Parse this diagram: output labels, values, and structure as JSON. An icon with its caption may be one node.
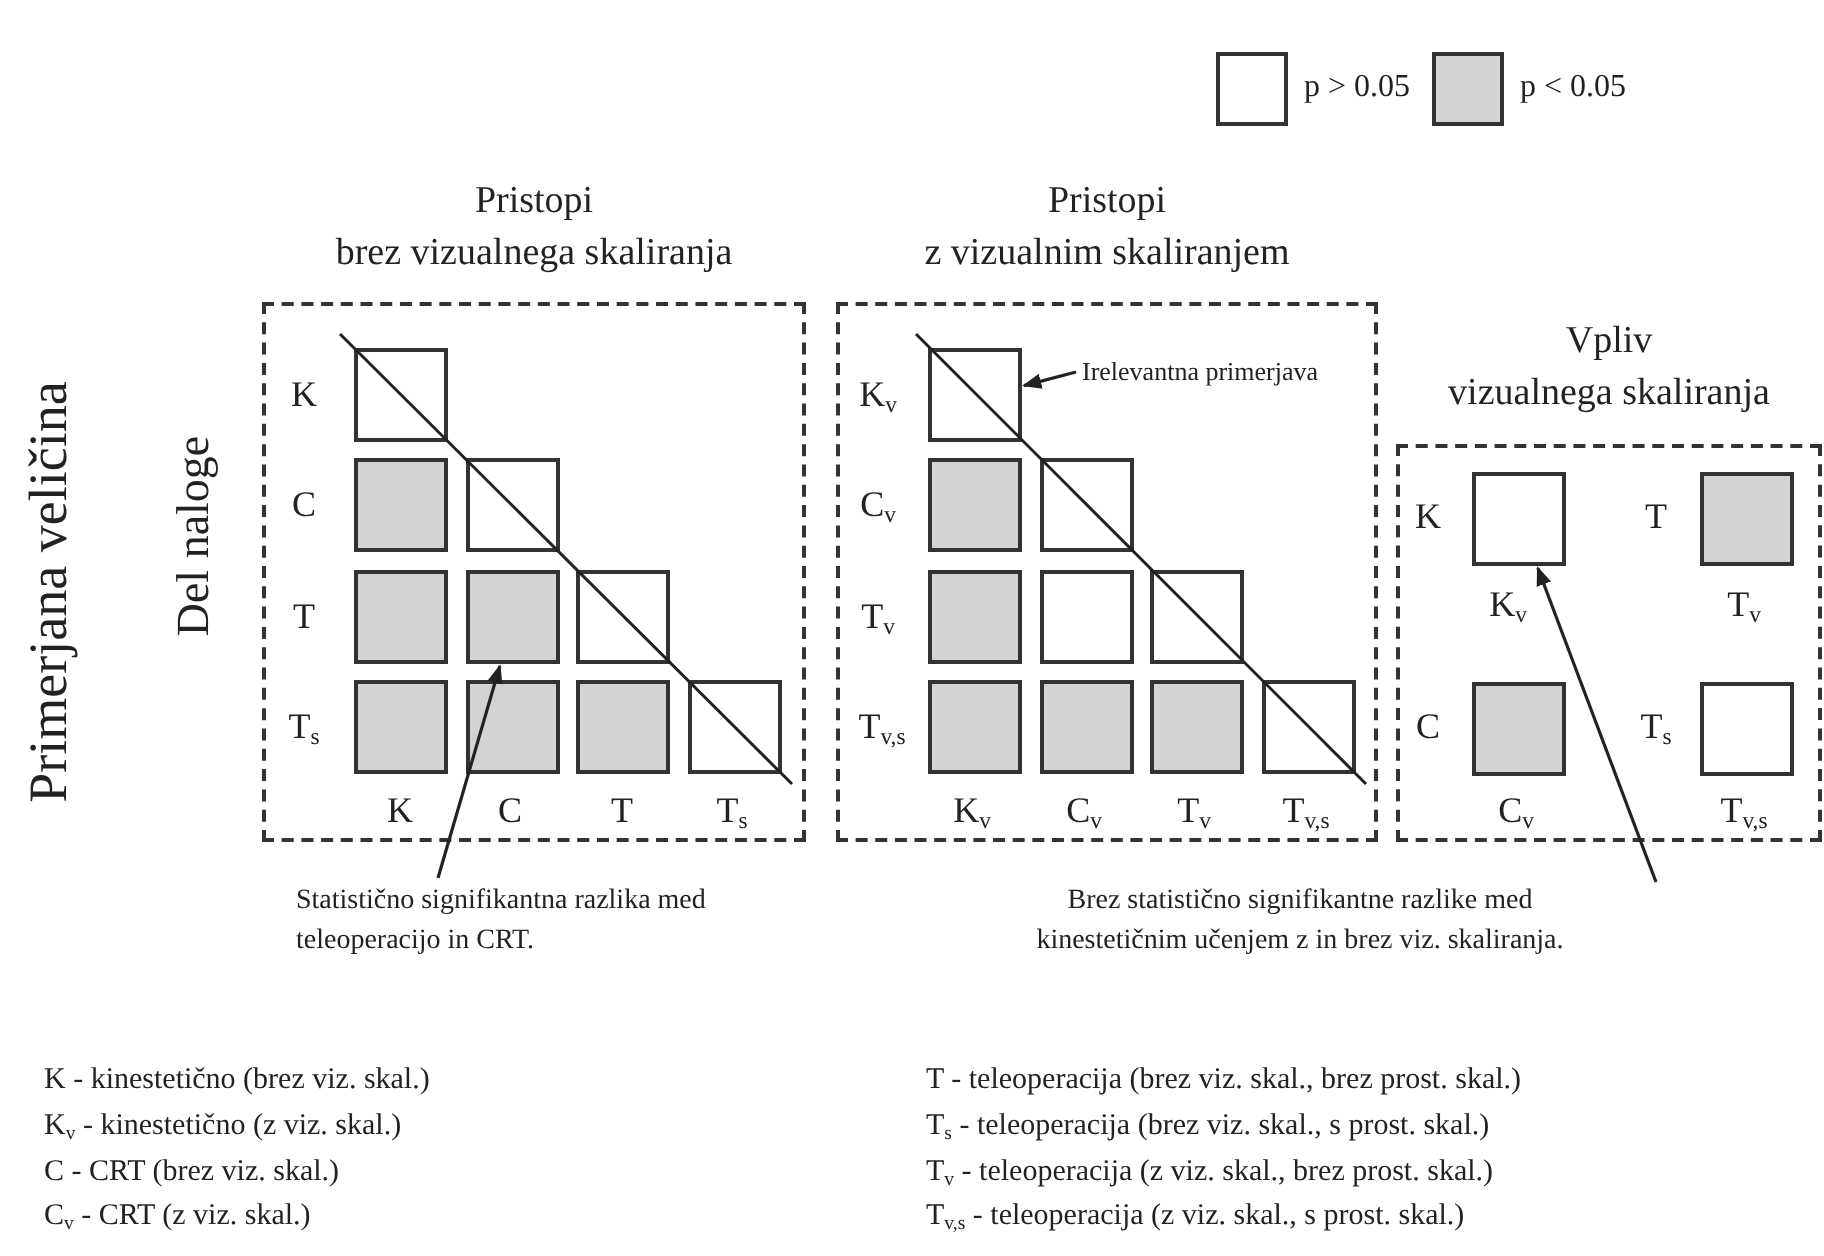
{
  "diagram": {
    "nodes": [
      {
        "text": [
          "Pristopi brez vizualnega skaliranja"
        ]
      },
      {
        "text": [],
        "shape": "box",
        "in": 0
      },
      {
        "text": [],
        "shape": "box",
        "in": 0
      },
      {
        "text": [],
        "shape": "box",
        "in": 0
      },
      {
        "text": [],
        "shape": "box",
        "in": 0
      },
      {
        "text": [],
        "shape": "box",
        "in": 0
      },
      {
        "text": [],
        "shape": "box",
        "in": 0
      },
      {
        "text": [],
        "shape": "box",
        "in": 0
      },
      {
        "text": [],
        "shape": "box",
        "in": 0
      },
      {
        "text": [],
        "shape": "box",
        "in": 0
      },
      {
        "text": [],
        "shape": "box",
        "in": 0
      },
      {
        "text": [
          "Pristopi z vizualnim skaliranjem"
        ]
      },
      {
        "text": [
          "Irelevantna primerjava"
        ],
        "in": 11
      },
      {
        "text": [],
        "shape": "box",
        "in": 11
      },
      {
        "text": [],
        "shape": "box",
        "in": 11
      },
      {
        "text": [],
        "shape": "box",
        "in": 11
      },
      {
        "text": [],
        "shape": "box",
        "in": 11
      },
      {
        "text": [],
        "shape": "box",
        "in": 11
      },
      {
        "text": [],
        "shape": "box",
        "in": 11
      },
      {
        "text": [],
        "shape": "box",
        "in": 11
      },
      {
        "text": [],
        "shape": "box",
        "in": 11
      },
      {
        "text": [],
        "shape": "box",
        "in": 11
      },
      {
        "text": [],
        "shape": "box",
        "in": 11
      },
      {
        "text": [
          "Vpliv vizualnega skaliranja"
        ]
      },
      {
        "text": [],
        "shape": "box",
        "in": 23
      },
      {
        "text": [],
        "shape": "box",
        "in": 23
      },
      {
        "text": [],
        "shape": "box",
        "in": 23
      },
      {
        "text": [],
        "shape": "box",
        "in": 23
      },
      {
        "text": [
          "Statistično signifikantna razlika med teleoperacijo in CRT."
        ]
      },
      {
        "text": [
          "Brez statistično signifikantne razlike med kinestetičnim učenjem z in brez viz. skaliranja."
        ]
      }
    ],
    "edges": [
      {
        "from": 28,
        "to": 5,
        "arrow": "to"
      },
      {
        "from": 12,
        "to": 13,
        "arrow": "to"
      },
      {
        "from": 29,
        "to": 24,
        "arrow": "to"
      }
    ],
    "labels": [
      "Primerjana veličina",
      "Del naloge",
      "K",
      "C",
      "T",
      "T$_{s}$",
      "K",
      "C",
      "T",
      "T$_{s}$",
      "K$_{v}$",
      "C$_{v}$",
      "T$_{v}$",
      "T$_{v,s}$",
      "K$_{v}$",
      "C$_{v}$",
      "T$_{v}$",
      "T$_{v,s}$",
      "K",
      "T",
      "K$_{v}$",
      "T$_{v}$",
      "C",
      "T$_{s}$",
      "C$_{v}$",
      "T$_{v,s}$",
      "K - kinestetično (brez viz. skal.)",
      "T - teleoperacija (brez viz. skal., brez prost. skal.)",
      "K$_{v}$ - kinestetično (z viz. skal.)",
      "T$_{s}$ - teleoperacija (brez viz. skal., s prost. skal.)",
      "C - CRT (brez viz. skal.)",
      "T$_{v}$ - teleoperacija (z viz. skal., brez prost. skal.)",
      "C$_{v}$ - CRT (z viz. skal.)",
      "T$_{v,s}$ - teleoperacija (z viz. skal., s prost. skal.)"
    ],
    "legend": [
      {
        "text": "p > 0.05",
        "color": "#ffffff"
      },
      {
        "text": "p < 0.05",
        "color": "#d1d3d4"
      }
    ]
  }
}
